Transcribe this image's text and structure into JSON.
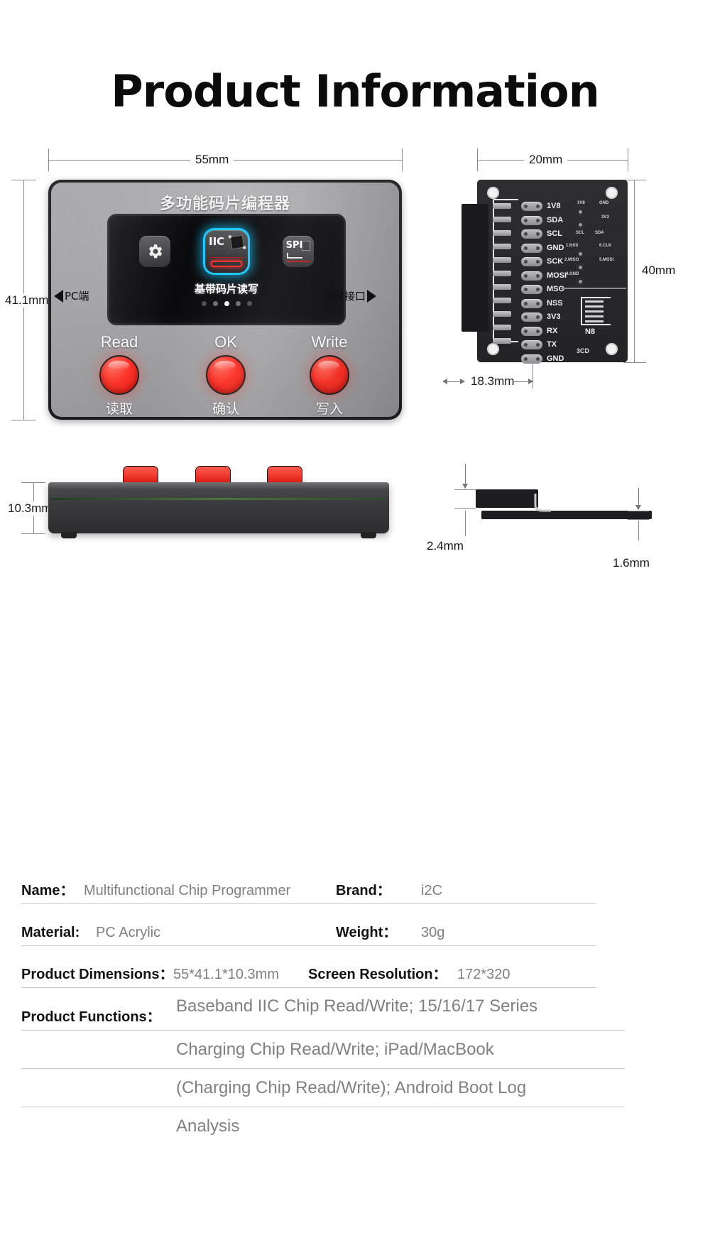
{
  "page": {
    "title": "Product Information"
  },
  "front_view": {
    "brand_text": "多功能码片编程器",
    "width_label": "55mm",
    "height_label": "41.1mm",
    "left_port_label": "PC端",
    "right_port_label": "测试接口",
    "screen": {
      "caption": "基带码片读写",
      "icons": [
        {
          "name": "settings-icon",
          "label": ""
        },
        {
          "name": "iic-icon",
          "label": "IIC"
        },
        {
          "name": "spi-icon",
          "label": "SPI"
        }
      ],
      "page_dots": 5,
      "active_dot_index": 2
    },
    "buttons": [
      {
        "en": "Read",
        "cn": "读取"
      },
      {
        "en": "OK",
        "cn": "确认"
      },
      {
        "en": "Write",
        "cn": "写入"
      }
    ]
  },
  "pcb_view": {
    "width_label": "20mm",
    "height_label": "40mm",
    "connector_label": "18.3mm",
    "pad_labels": [
      "1V8",
      "SDA",
      "SCL",
      "GND",
      "SCK",
      "MOSI",
      "MSO",
      "NSS",
      "3V3",
      "RX",
      "TX",
      "GND"
    ],
    "silk_right": [
      "1V8",
      "GND",
      "SCL",
      "SDA",
      "3V3",
      "1.NSS",
      "2.MISO",
      "4.GND",
      "5.MOSI",
      "6.CLK"
    ],
    "silk_marks": [
      "N8",
      "3CD"
    ]
  },
  "side_view": {
    "height_label": "10.3mm"
  },
  "pcb_side_view": {
    "top_label": "2.4mm",
    "bottom_label": "1.6mm"
  },
  "spec": {
    "rows": [
      {
        "k1": "Name：",
        "v1": "Multifunctional Chip Programmer",
        "k2": "Brand：",
        "v2": "i2C"
      },
      {
        "k1": "Material:",
        "v1": "PC Acrylic",
        "k2": "Weight：",
        "v2": "30g"
      },
      {
        "k1": "Product Dimensions：",
        "v1": "55*41.1*10.3mm",
        "k2": "Screen Resolution：",
        "v2": "172*320"
      }
    ],
    "functions": {
      "key": "Product Functions：",
      "lines": [
        "Baseband IIC Chip Read/Write; 15/16/17 Series",
        "Charging Chip Read/Write; iPad/MacBook",
        "(Charging Chip Read/Write); Android Boot Log",
        "Analysis"
      ]
    }
  }
}
